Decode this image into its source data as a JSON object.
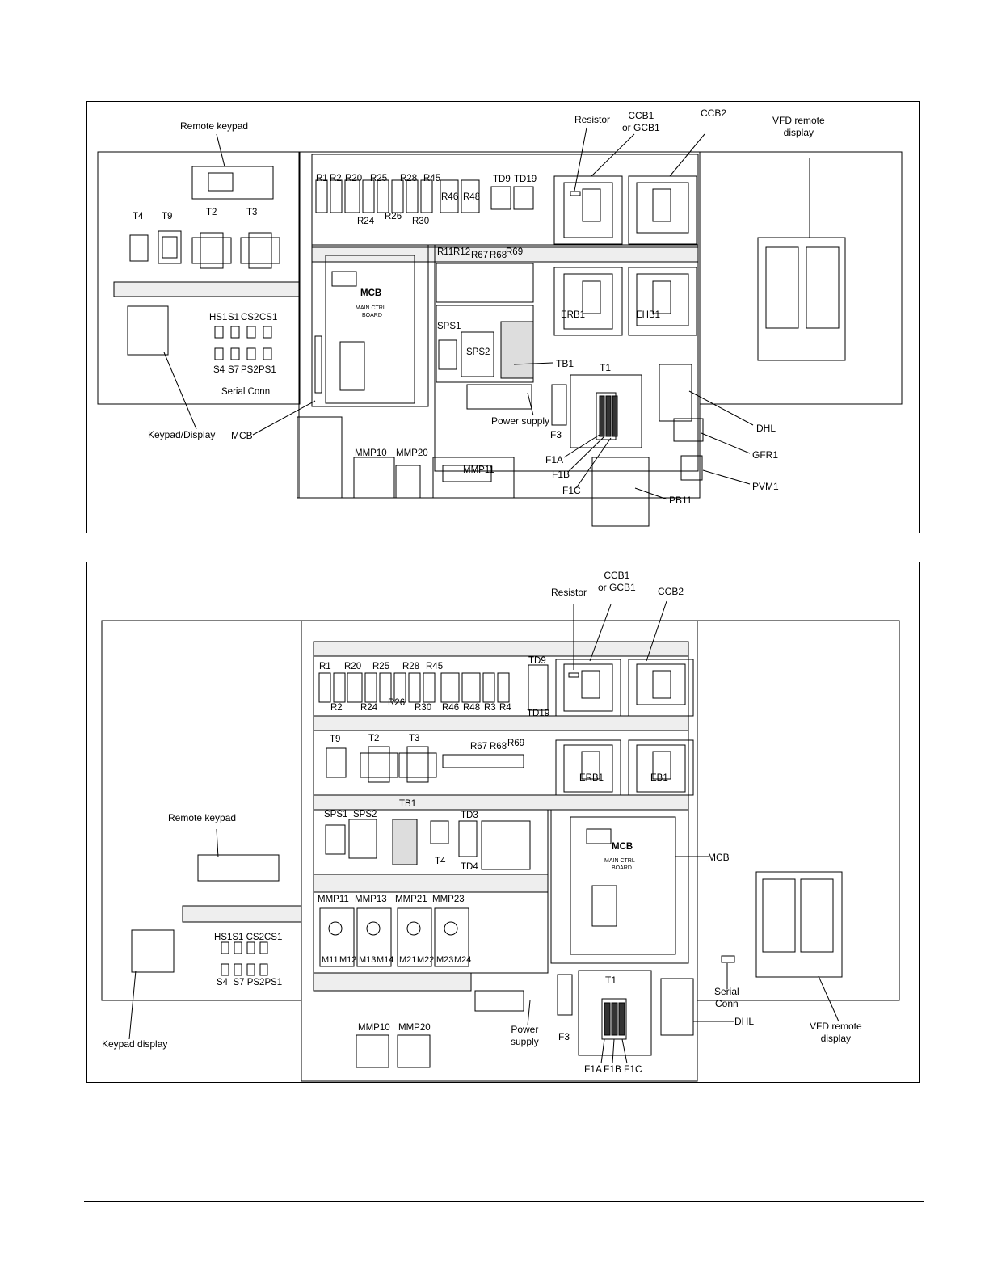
{
  "top": {
    "callouts": {
      "remote_keypad": "Remote keypad",
      "resistor": "Resistor",
      "ccb1_line1": "CCB1",
      "ccb1_line2": "or GCB1",
      "ccb2": "CCB2",
      "vfd_line1": "VFD remote",
      "vfd_line2": "display",
      "keypad_display": "Keypad/Display",
      "mcb": "MCB",
      "power_supply": "Power supply",
      "tb1": "TB1",
      "t1": "T1",
      "dhl": "DHL",
      "gfr1": "GFR1",
      "pvm1": "PVM1",
      "pb11": "PB11",
      "f1a": "F1A",
      "f1b": "F1B",
      "f1c": "F1C",
      "f3": "F3"
    },
    "parts": {
      "t4": "T4",
      "t9": "T9",
      "t2": "T2",
      "t3": "T3",
      "r_top": [
        "R1",
        "R2",
        "R20",
        "R25",
        "R28",
        "R45"
      ],
      "r_bottom": [
        "R24",
        "R26",
        "R30"
      ],
      "r46": "R46",
      "r48": "R48",
      "td9": "TD9",
      "td19": "TD19",
      "r_mid": [
        "R11",
        "R12",
        "R67",
        "R68",
        "R69"
      ],
      "sps1": "SPS1",
      "sps2": "SPS2",
      "erb1": "ERB1",
      "ehb1": "EHB1",
      "switches_top": [
        "HS1",
        "S1",
        "CS2",
        "CS1"
      ],
      "switches_bottom": [
        "S4",
        "S7",
        "PS2",
        "PS1"
      ],
      "serial_conn": "Serial Conn",
      "mmp10": "MMP10",
      "mmp20": "MMP20",
      "mmp11": "MMP11",
      "mcb_board": "MCB",
      "mcb_sub1": "MAIN CTRL",
      "mcb_sub2": "BOARD"
    }
  },
  "bottom": {
    "callouts": {
      "ccb1_line1": "CCB1",
      "ccb1_line2": "or GCB1",
      "resistor": "Resistor",
      "ccb2": "CCB2",
      "remote_keypad": "Remote keypad",
      "mcb": "MCB",
      "keypad_display": "Keypad display",
      "power_line1": "Power",
      "power_line2": "supply",
      "serial_line1": "Serial",
      "serial_line2": "Conn",
      "dhl": "DHL",
      "vfd_line1": "VFD remote",
      "vfd_line2": "display",
      "t1": "T1",
      "f3": "F3",
      "f1a": "F1A",
      "f1b": "F1B",
      "f1c": "F1C"
    },
    "parts": {
      "r_top": [
        "R1",
        "R20",
        "R25",
        "R28",
        "R45"
      ],
      "r_bottom": [
        "R2",
        "R24",
        "R26",
        "R30",
        "R46",
        "R48",
        "R3",
        "R4"
      ],
      "td9": "TD9",
      "td19": "TD19",
      "t9": "T9",
      "t2": "T2",
      "t3": "T3",
      "r_mid": [
        "R67",
        "R68",
        "R69"
      ],
      "erb1": "ERB1",
      "eb1": "EB1",
      "sps1": "SPS1",
      "sps2": "SPS2",
      "tb1": "TB1",
      "t4": "T4",
      "td3": "TD3",
      "td4": "TD4",
      "mmp_top": [
        "MMP11",
        "MMP13",
        "MMP21",
        "MMP23"
      ],
      "m_row": [
        "M11",
        "M12",
        "M13",
        "M14",
        "M21",
        "M22",
        "M23",
        "M24"
      ],
      "switches_top": "HS1S1 CS2CS1",
      "switches_bottom": "S4  S7 PS2PS1",
      "mmp10": "MMP10",
      "mmp20": "MMP20",
      "mcb_board": "MCB",
      "mcb_sub1": "MAIN CTRL",
      "mcb_sub2": "BOARD"
    }
  }
}
